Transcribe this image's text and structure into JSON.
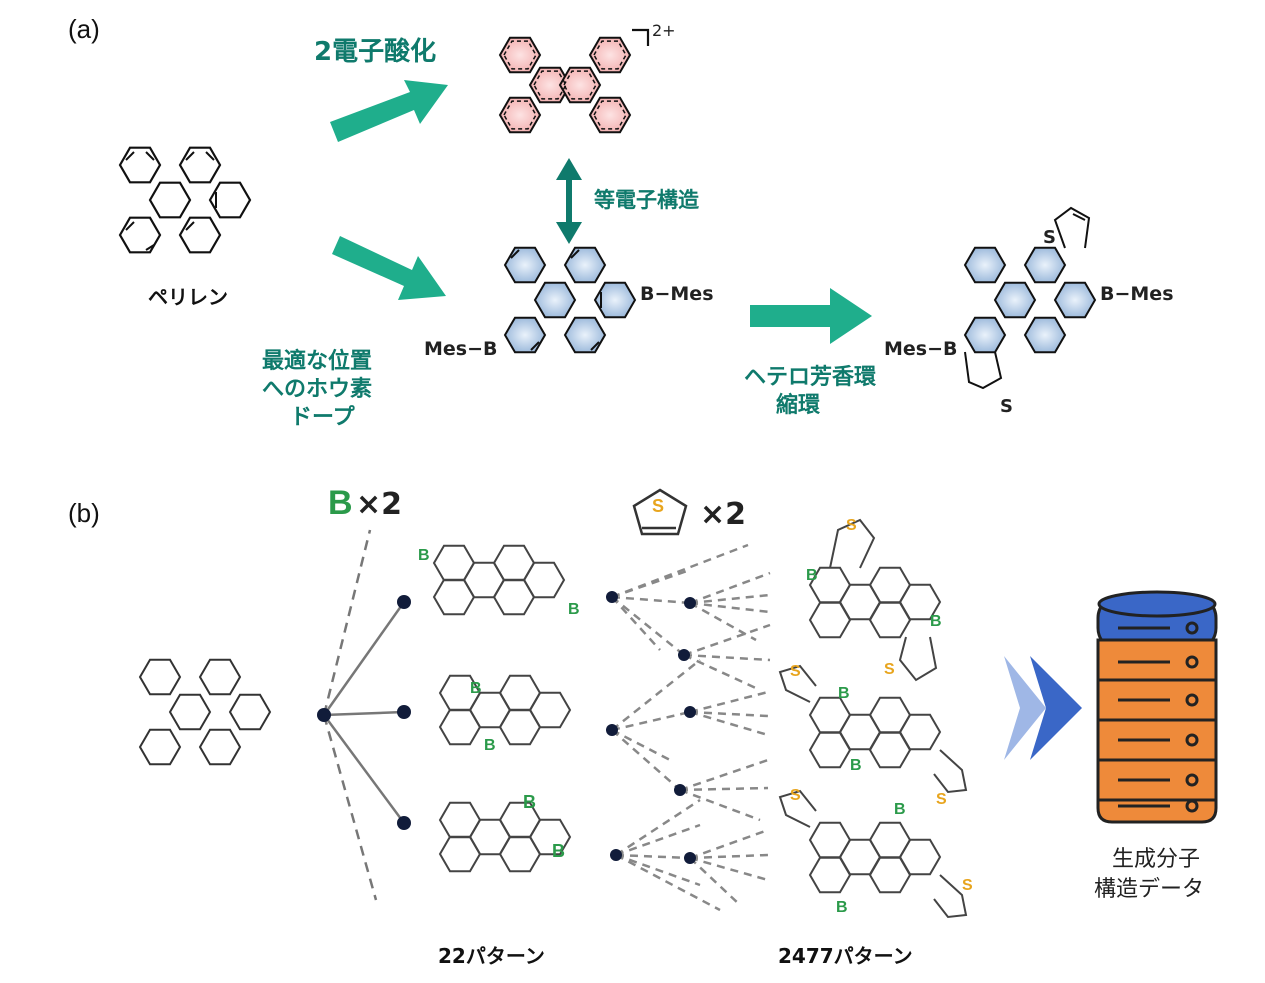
{
  "panel_a": {
    "label": "(a)",
    "charge": "2+",
    "oxidation": "2電子酸化",
    "isoelectronic": "等電子構造",
    "perylene": "ペリレン",
    "boron_doping": [
      "最適な位置",
      "へのホウ素",
      "ドープ"
    ],
    "hetero_fusion": [
      "ヘテロ芳香環",
      "縮環"
    ],
    "substituents": {
      "b_mes_right": "B−Mes",
      "mes_b_left": "Mes−B",
      "sulfur": "S"
    }
  },
  "panel_b": {
    "label": "(b)",
    "boron_count": "×2",
    "boron_symbol": "B",
    "thiophene_count": "×2",
    "sulfur": "S",
    "patterns_22": "22パターン",
    "patterns_2477": "2477パターン",
    "database": [
      "生成分子",
      "構造データ"
    ]
  },
  "colors": {
    "teal_arrow": "#1fae8c",
    "teal_text": "#0f7a6c",
    "boron_green": "#2b9a4a",
    "sulfur_yellow": "#e8a51e",
    "db_blue": "#3a67c7",
    "db_orange": "#ee8a3a"
  }
}
